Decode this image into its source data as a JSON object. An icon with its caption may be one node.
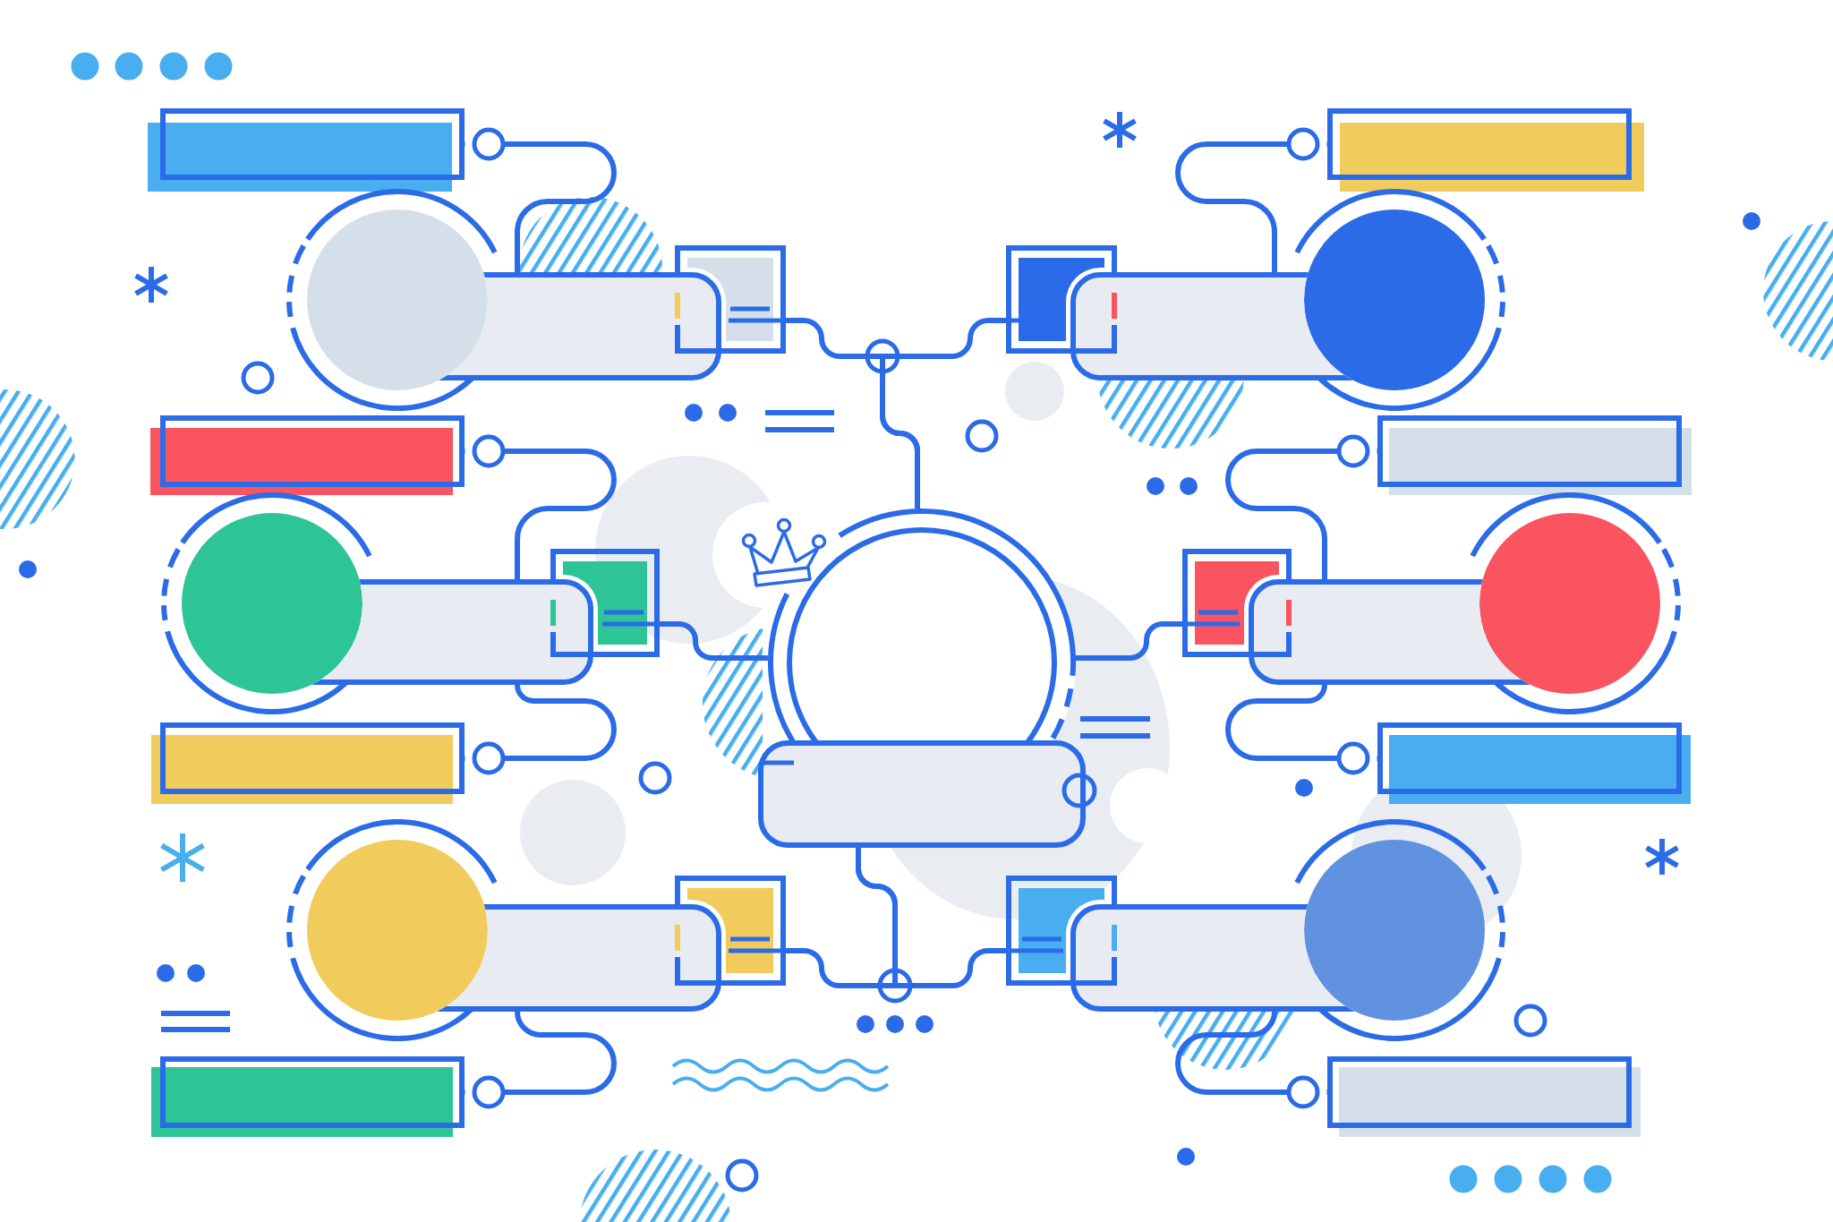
{
  "diagram": {
    "nodes": [
      {
        "text": [],
        "shape": "circle"
      },
      {
        "text": [],
        "shape": "box"
      },
      {
        "text": [],
        "shape": "circle"
      },
      {
        "text": [],
        "shape": "box"
      },
      {
        "text": [],
        "shape": "box"
      },
      {
        "text": [],
        "shape": "bar"
      },
      {
        "text": [],
        "shape": "circle"
      },
      {
        "text": [],
        "shape": "box"
      },
      {
        "text": [],
        "shape": "box"
      },
      {
        "text": [],
        "shape": "bar"
      },
      {
        "text": [],
        "shape": "circle"
      },
      {
        "text": [],
        "shape": "box"
      },
      {
        "text": [],
        "shape": "box"
      },
      {
        "text": [],
        "shape": "bar"
      },
      {
        "text": [],
        "shape": "bar"
      },
      {
        "text": [],
        "shape": "circle"
      },
      {
        "text": [],
        "shape": "box"
      },
      {
        "text": [],
        "shape": "box"
      },
      {
        "text": [],
        "shape": "bar"
      },
      {
        "text": [],
        "shape": "bar"
      },
      {
        "text": [],
        "shape": "circle"
      },
      {
        "text": [],
        "shape": "box"
      },
      {
        "text": [],
        "shape": "box"
      },
      {
        "text": [],
        "shape": "bar"
      },
      {
        "text": [],
        "shape": "circle"
      },
      {
        "text": [],
        "shape": "box"
      },
      {
        "text": [],
        "shape": "box"
      },
      {
        "text": [],
        "shape": "bar"
      }
    ],
    "edges": [
      {
        "from": 4,
        "to": 0,
        "arrow": "none"
      },
      {
        "from": 8,
        "to": 0,
        "arrow": "none"
      },
      {
        "from": 12,
        "to": 0,
        "arrow": "none"
      },
      {
        "from": 17,
        "to": 0,
        "arrow": "none"
      },
      {
        "from": 22,
        "to": 1,
        "arrow": "none"
      },
      {
        "from": 26,
        "to": 1,
        "arrow": "none"
      },
      {
        "from": 5,
        "to": 3,
        "arrow": "other"
      },
      {
        "from": 9,
        "to": 7,
        "arrow": "other"
      },
      {
        "from": 13,
        "to": 11,
        "arrow": "other"
      },
      {
        "from": 14,
        "to": 11,
        "arrow": "other"
      },
      {
        "from": 18,
        "to": 16,
        "arrow": "other"
      },
      {
        "from": 19,
        "to": 16,
        "arrow": "other"
      },
      {
        "from": 23,
        "to": 21,
        "arrow": "other"
      },
      {
        "from": 27,
        "to": 25,
        "arrow": "other"
      }
    ]
  }
}
